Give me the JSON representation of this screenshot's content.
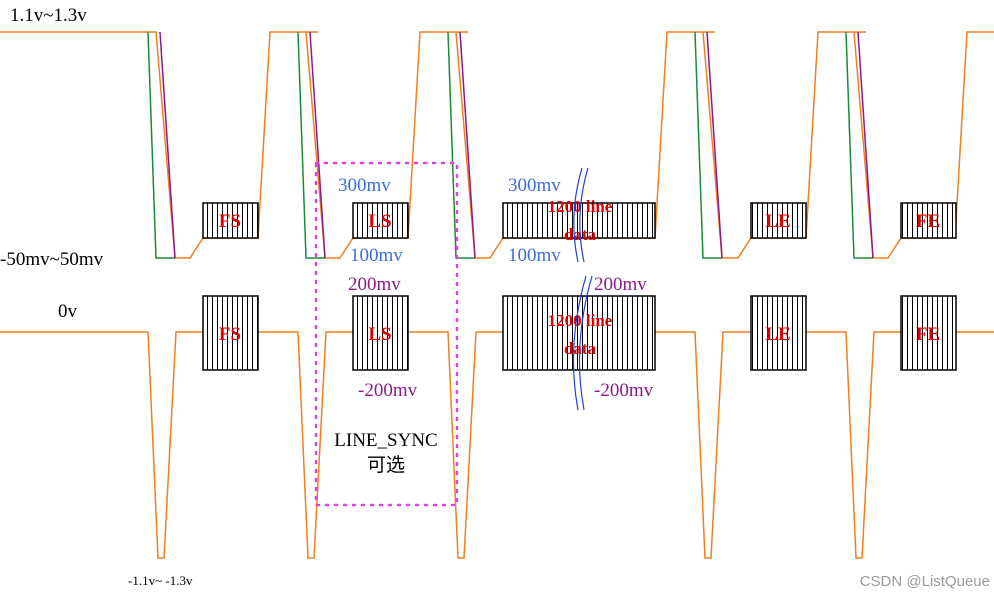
{
  "labels": {
    "high_level": "1.1v~1.3v",
    "low_level": "-50mv~50mv",
    "zero_level": "0v",
    "neg_level": "-1.1v~ -1.3v",
    "mv300_a": "300mv",
    "mv100_a": "100mv",
    "mv300_b": "300mv",
    "mv100_b": "100mv",
    "mv200_a": "200mv",
    "mvneg200_a": "-200mv",
    "mv200_b": "200mv",
    "mvneg200_b": "-200mv",
    "line_sync": "LINE_SYNC",
    "optional": "可选",
    "watermark": "CSDN @ListQueue"
  },
  "boxes": {
    "fs": "FS",
    "ls": "LS",
    "data_line1": "1200 line",
    "data_line2": "data",
    "le": "LE",
    "fe": "FE"
  },
  "colors": {
    "signal_orange": "#f07f1e",
    "green": "#1a8a3a",
    "purple": "#8b1a8b",
    "blue": "#3a6fdc",
    "box_text": "#e00000",
    "dotted_magenta": "#e040e0",
    "label_black": "#000000"
  }
}
